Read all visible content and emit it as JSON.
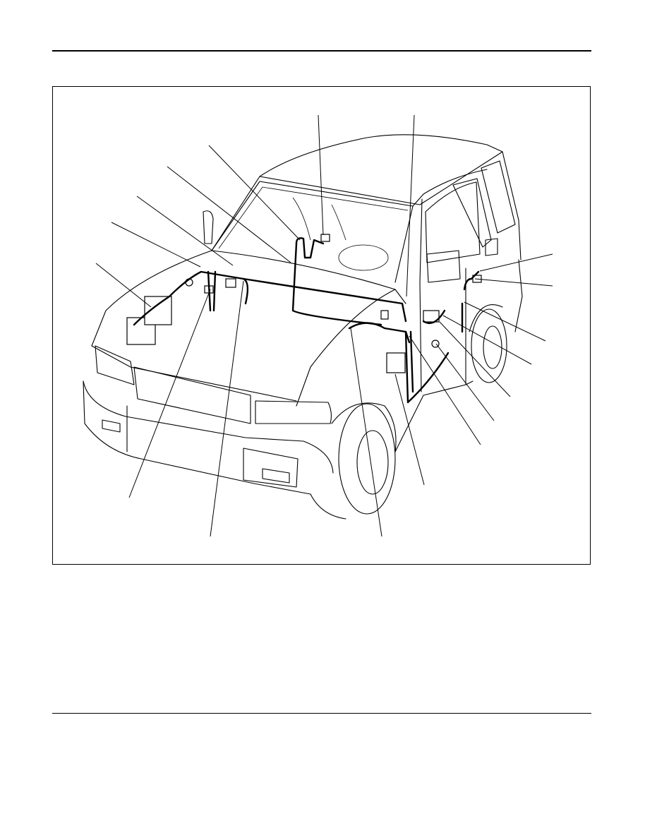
{
  "page": {
    "header_rule": "top",
    "footer_rule": "bottom"
  },
  "figure": {
    "subject": "vehicle-wiring-harness-layout",
    "callout_count": 17,
    "label_text": []
  }
}
